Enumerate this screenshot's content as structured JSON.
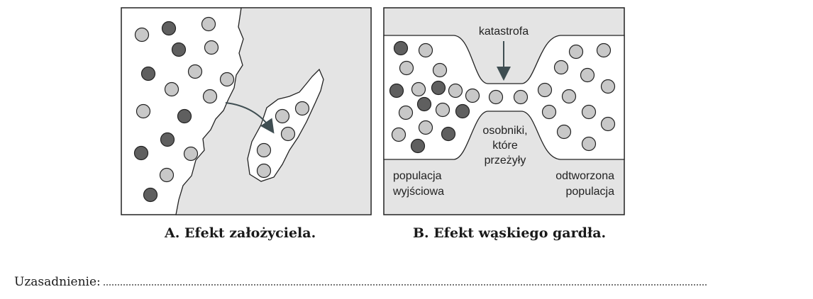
{
  "panelA": {
    "caption": "A. Efekt założyciela."
  },
  "panelB": {
    "caption": "B. Efekt wąskiego gardła.",
    "label_disaster": "katastrofa",
    "label_survivors": [
      "osobniki,",
      "które",
      "przeżyły"
    ],
    "label_initial": [
      "populacja",
      "wyjściowa"
    ],
    "label_restored": [
      "odtworzona",
      "populacja"
    ]
  },
  "answer": {
    "label": "Uzasadnienie:"
  },
  "colors": {
    "dark_dot": "#5f5f5f",
    "light_dot": "#c8c8c8",
    "region": "#e4e4e4",
    "stroke": "#222222",
    "arrow": "#3f4e52"
  }
}
